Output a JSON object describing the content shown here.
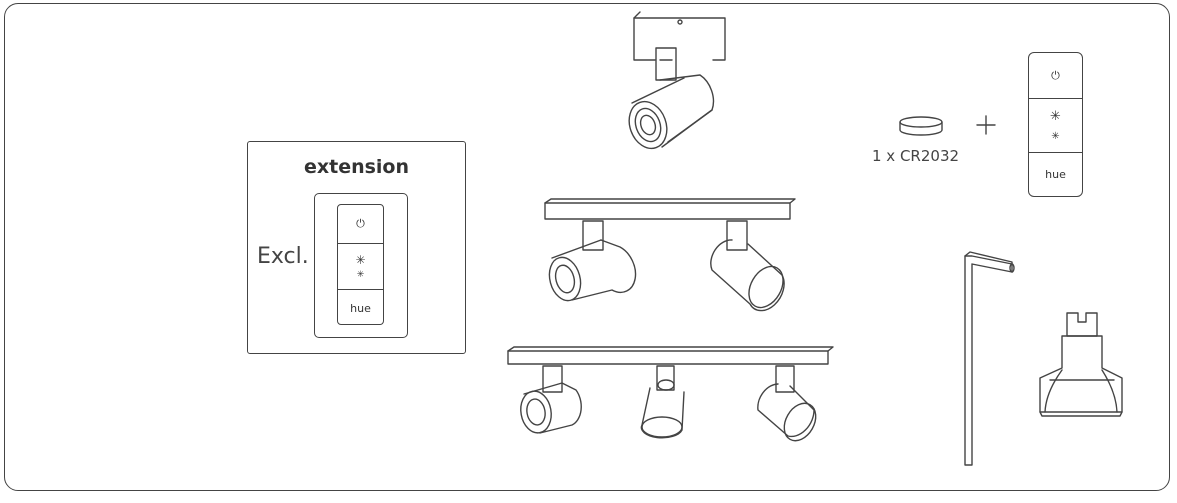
{
  "extension_box": {
    "title": "extension",
    "excl_label": "Excl."
  },
  "remote_small": {
    "power_icon": "power-icon",
    "bright_up_icon": "sun-large-icon",
    "bright_down_icon": "sun-small-icon",
    "hue_label": "hue"
  },
  "remote_right": {
    "power_icon": "power-icon",
    "hue_label": "hue"
  },
  "battery": {
    "label": "1 x CR2032",
    "plus_symbol": "+"
  },
  "colors": {
    "line": "#444444",
    "background": "#ffffff"
  }
}
